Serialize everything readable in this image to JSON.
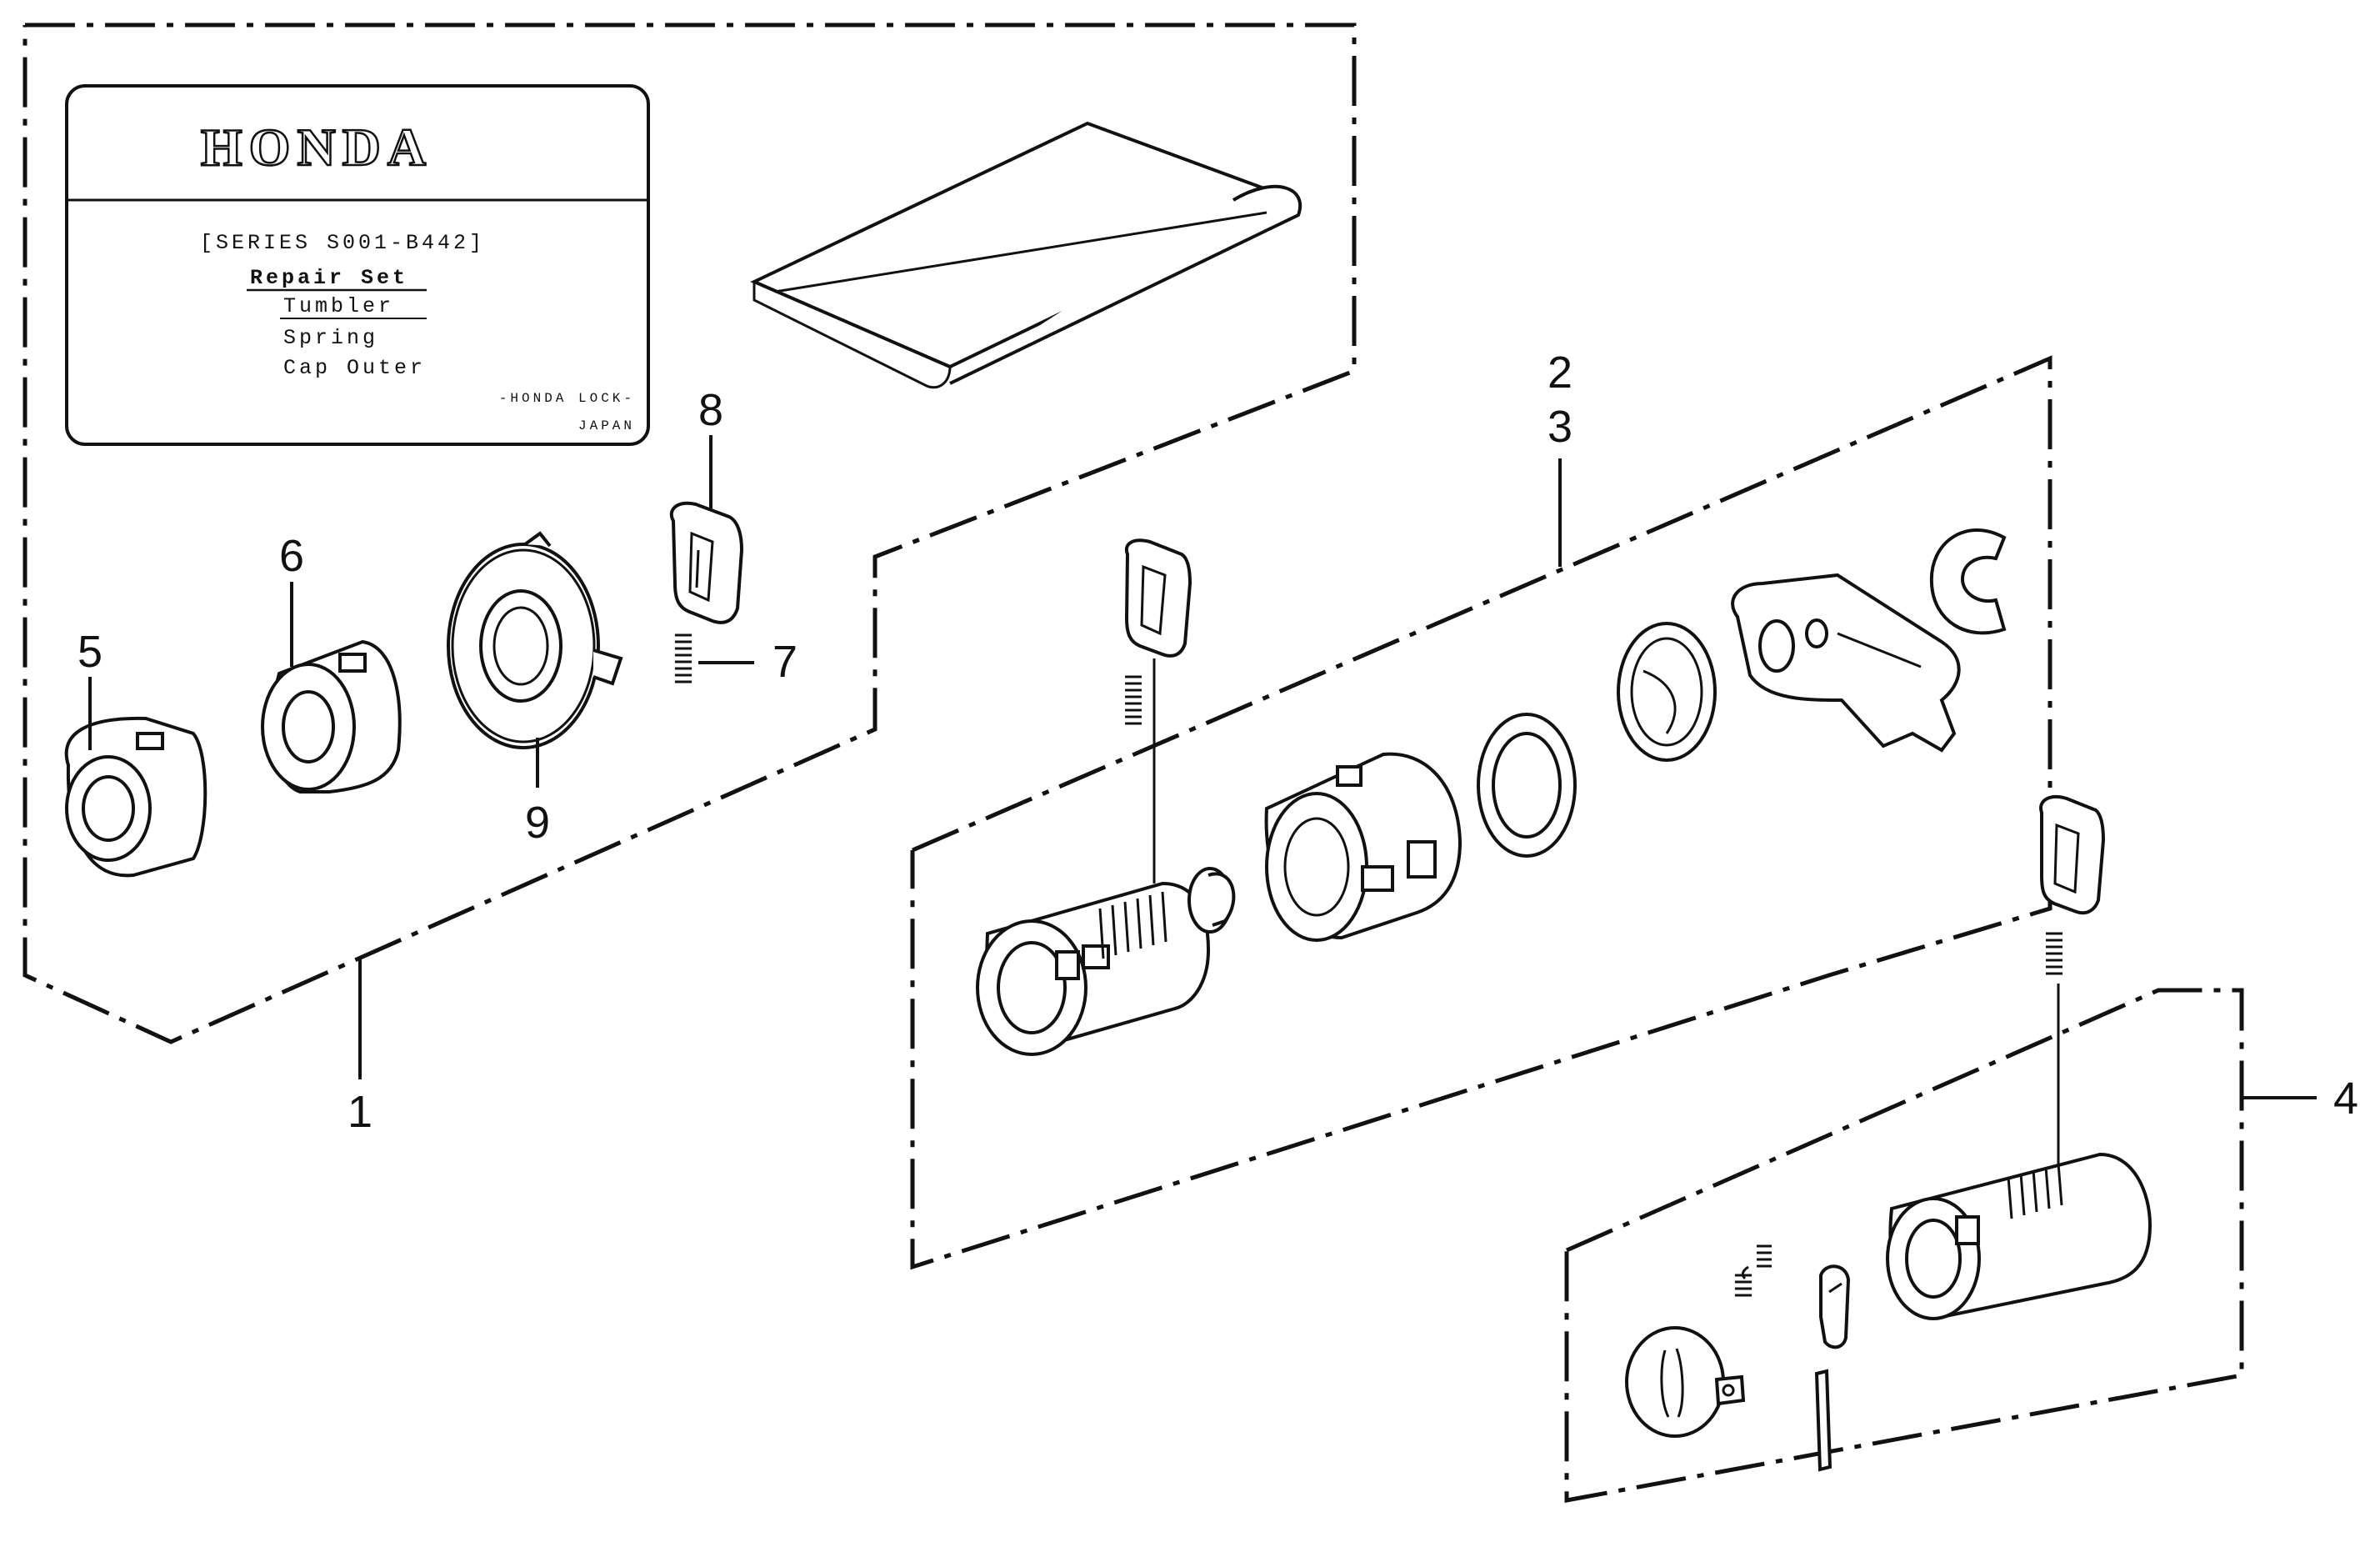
{
  "label_card": {
    "brand": "HONDA",
    "series": "[SERIES S001-B442]",
    "heading": "Repair Set",
    "lines": [
      "Tumbler",
      "Spring",
      "Cap Outer"
    ],
    "maker": "-HONDA LOCK-",
    "country": "JAPAN"
  },
  "callouts": {
    "c1": "1",
    "c2": "2",
    "c3": "3",
    "c4": "4",
    "c5": "5",
    "c6": "6",
    "c7": "7",
    "c8": "8",
    "c9": "9"
  }
}
